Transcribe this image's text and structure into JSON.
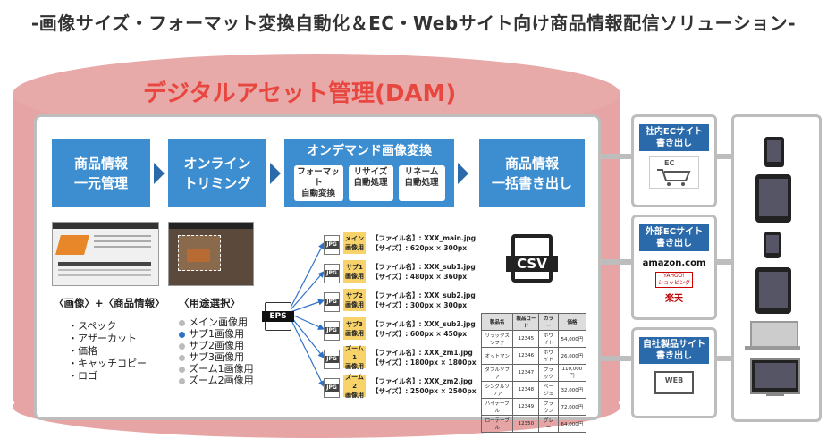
{
  "headline": "-画像サイズ・フォーマット変換自動化＆EC・Webサイト向け商品情報配信ソリューション-",
  "dam_title": "デジタルアセット管理(DAM)",
  "steps": [
    {
      "label_line1": "商品情報",
      "label_line2": "一元管理"
    },
    {
      "label_line1": "オンライン",
      "label_line2": "トリミング"
    },
    {
      "label_line1": "オンデマンド画像変換"
    },
    {
      "label_line1": "商品情報",
      "label_line2": "一括書き出し"
    }
  ],
  "convert_buttons": [
    {
      "line1": "フォーマット",
      "line2": "自動変換"
    },
    {
      "line1": "リサイズ",
      "line2": "自動処理"
    },
    {
      "line1": "リネーム",
      "line2": "自動処理"
    }
  ],
  "product_info": {
    "caption": "〈画像〉+〈商品情報〉",
    "items": [
      "・スペック",
      "・アザーカット",
      "・価格",
      "・キャッチコピー",
      "・ロゴ"
    ]
  },
  "usage": {
    "caption": "〈用途選択〉",
    "items": [
      "メイン画像用",
      "サブ1画像用",
      "サブ2画像用",
      "サブ3画像用",
      "ズーム1画像用",
      "ズーム2画像用"
    ],
    "selected_index": 1
  },
  "eps_label": "EPS",
  "jpg_label": "JPG",
  "outputs": [
    {
      "tag1": "メイン",
      "tag2": "画像用",
      "name": "【ファイル名】: XXX_main.jpg",
      "size": "【サイズ】: 620px × 300px"
    },
    {
      "tag1": "サブ1",
      "tag2": "画像用",
      "name": "【ファイル名】: XXX_sub1.jpg",
      "size": "【サイズ】: 480px × 360px"
    },
    {
      "tag1": "サブ2",
      "tag2": "画像用",
      "name": "【ファイル名】: XXX_sub2.jpg",
      "size": "【サイズ】: 300px × 300px"
    },
    {
      "tag1": "サブ3",
      "tag2": "画像用",
      "name": "【ファイル名】: XXX_sub3.jpg",
      "size": "【サイズ】: 600px × 450px"
    },
    {
      "tag1": "ズーム1",
      "tag2": "画像用",
      "name": "【ファイル名】: XXX_zm1.jpg",
      "size": "【サイズ】: 1800px × 1800px"
    },
    {
      "tag1": "ズーム2",
      "tag2": "画像用",
      "name": "【ファイル名】: XXX_zm2.jpg",
      "size": "【サイズ】: 2500px × 2500px"
    }
  ],
  "csv_label": "CSV",
  "product_table": {
    "headers": [
      "製品名",
      "製品コード",
      "カラー",
      "価格"
    ],
    "rows": [
      [
        "リラックスソファ",
        "12345",
        "ホワイト",
        "54,000円"
      ],
      [
        "オットマン",
        "12346",
        "ホワイト",
        "26,000円"
      ],
      [
        "ダブルソファ",
        "12347",
        "ブラック",
        "110,000円"
      ],
      [
        "シングルソファ",
        "12348",
        "ベージュ",
        "32,000円"
      ],
      [
        "ハイテーブル",
        "12349",
        "ブラウン",
        "72,000円"
      ],
      [
        "ローテーブル",
        "12350",
        "グレー",
        "64,000円"
      ]
    ]
  },
  "right_outputs": [
    {
      "title1": "社内ECサイト",
      "title2": "書き出し",
      "icon_text": "EC"
    },
    {
      "title1": "外部ECサイト",
      "title2": "書き出し",
      "logos": [
        "amazon.com",
        "YAHOO!",
        "ショッピング",
        "楽天"
      ]
    },
    {
      "title1": "自社製品サイト",
      "title2": "書き出し",
      "icon_text": "WEB"
    }
  ],
  "colors": {
    "accent_blue": "#3d8ed1",
    "dark_blue": "#2b6aaa",
    "drum_pink": "#e7a4a4",
    "title_red": "#e8473f",
    "tag_yellow": "#f7d36a"
  }
}
